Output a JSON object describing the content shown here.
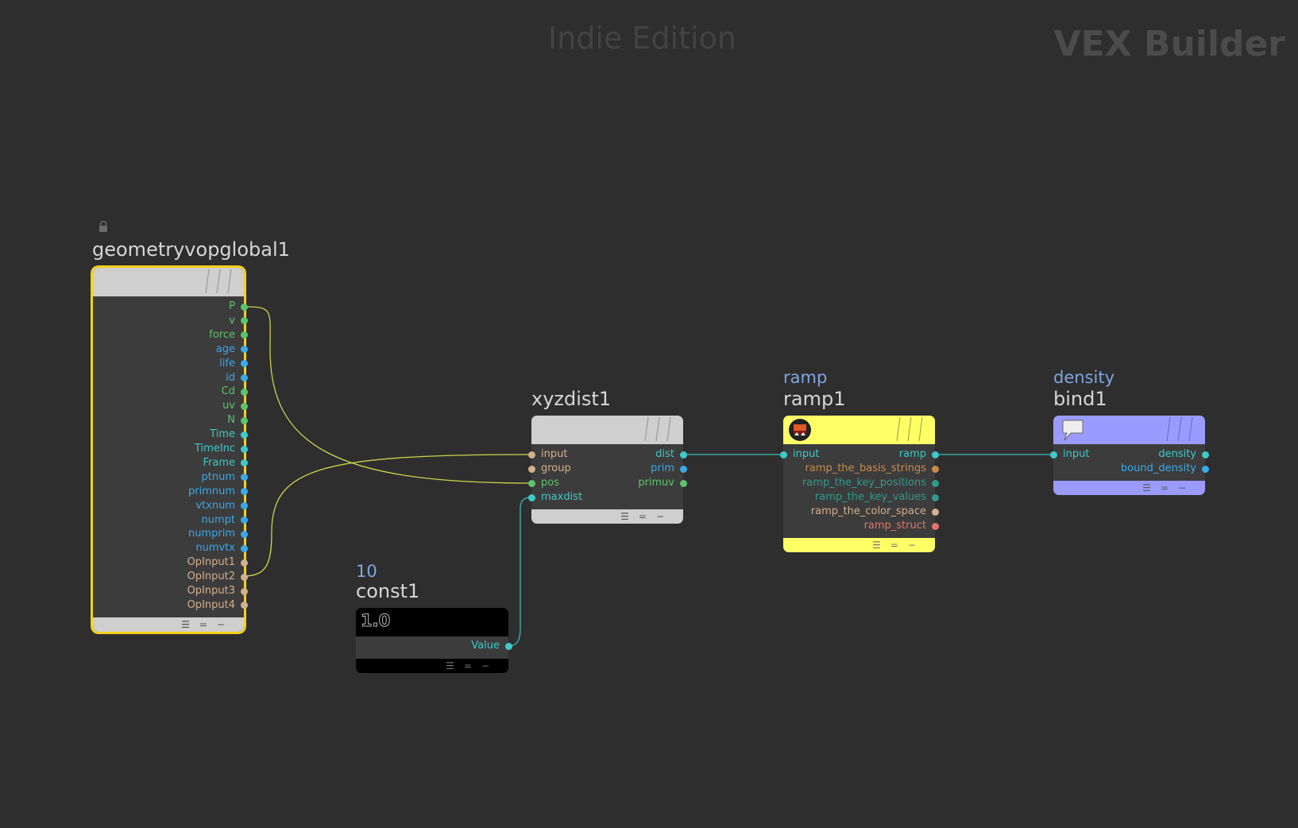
{
  "watermark": {
    "edition": "Indie Edition",
    "context": "VEX Builder"
  },
  "nodes": {
    "geometryvopglobal1": {
      "label": "geometryvopglobal1",
      "outputs": [
        {
          "name": "P",
          "color": "#5cc46a"
        },
        {
          "name": "v",
          "color": "#5cc46a"
        },
        {
          "name": "force",
          "color": "#5cc46a"
        },
        {
          "name": "age",
          "color": "#3aa9e8"
        },
        {
          "name": "life",
          "color": "#3aa9e8"
        },
        {
          "name": "id",
          "color": "#3aa9e8"
        },
        {
          "name": "Cd",
          "color": "#5cc46a"
        },
        {
          "name": "uv",
          "color": "#5cc46a"
        },
        {
          "name": "N",
          "color": "#5cc46a"
        },
        {
          "name": "Time",
          "color": "#3fc9c9"
        },
        {
          "name": "TimeInc",
          "color": "#3fc9c9"
        },
        {
          "name": "Frame",
          "color": "#3fc9c9"
        },
        {
          "name": "ptnum",
          "color": "#3aa9e8"
        },
        {
          "name": "primnum",
          "color": "#3aa9e8"
        },
        {
          "name": "vtxnum",
          "color": "#3aa9e8"
        },
        {
          "name": "numpt",
          "color": "#3aa9e8"
        },
        {
          "name": "numprim",
          "color": "#3aa9e8"
        },
        {
          "name": "numvtx",
          "color": "#3aa9e8"
        },
        {
          "name": "OpInput1",
          "color": "#d4b08c"
        },
        {
          "name": "OpInput2",
          "color": "#d4b08c"
        },
        {
          "name": "OpInput3",
          "color": "#d4b08c"
        },
        {
          "name": "OpInput4",
          "color": "#d4b08c"
        }
      ]
    },
    "xyzdist1": {
      "label": "xyzdist1",
      "inputs": [
        {
          "name": "input",
          "color": "#d4b08c"
        },
        {
          "name": "group",
          "color": "#d4b08c"
        },
        {
          "name": "pos",
          "color": "#5cc46a"
        },
        {
          "name": "maxdist",
          "color": "#3fc9c9"
        }
      ],
      "outputs": [
        {
          "name": "dist",
          "color": "#3fc9c9"
        },
        {
          "name": "prim",
          "color": "#3aa9e8"
        },
        {
          "name": "primuv",
          "color": "#5cc46a"
        }
      ]
    },
    "const1": {
      "label": "const1",
      "value": "10",
      "icon_text": "1.0",
      "outputs": [
        {
          "name": "Value",
          "color": "#3fc9c9"
        }
      ]
    },
    "ramp1": {
      "label": "ramp1",
      "sublabel": "ramp",
      "inputs": [
        {
          "name": "input",
          "color": "#3fc9c9"
        }
      ],
      "outputs": [
        {
          "name": "ramp",
          "color": "#3fc9c9"
        },
        {
          "name": "ramp_the_basis_strings",
          "color": "#c88a4a"
        },
        {
          "name": "ramp_the_key_positions",
          "color": "#2f9a8c"
        },
        {
          "name": "ramp_the_key_values",
          "color": "#2f9a8c"
        },
        {
          "name": "ramp_the_color_space",
          "color": "#d4b08c"
        },
        {
          "name": "ramp_struct",
          "color": "#e3746b"
        }
      ]
    },
    "bind1": {
      "label": "bind1",
      "sublabel": "density",
      "inputs": [
        {
          "name": "input",
          "color": "#3fc9c9"
        }
      ],
      "outputs": [
        {
          "name": "density",
          "color": "#3fc9c9"
        },
        {
          "name": "bound_density",
          "color": "#3aa9e8"
        }
      ]
    }
  },
  "colors": {
    "background": "#2e2e2e",
    "selection": "#f3d21b",
    "ramp_node": "#ffff66",
    "bind_node": "#9b9bff",
    "default_node": "#cfcfcf",
    "const_node": "#000000"
  }
}
